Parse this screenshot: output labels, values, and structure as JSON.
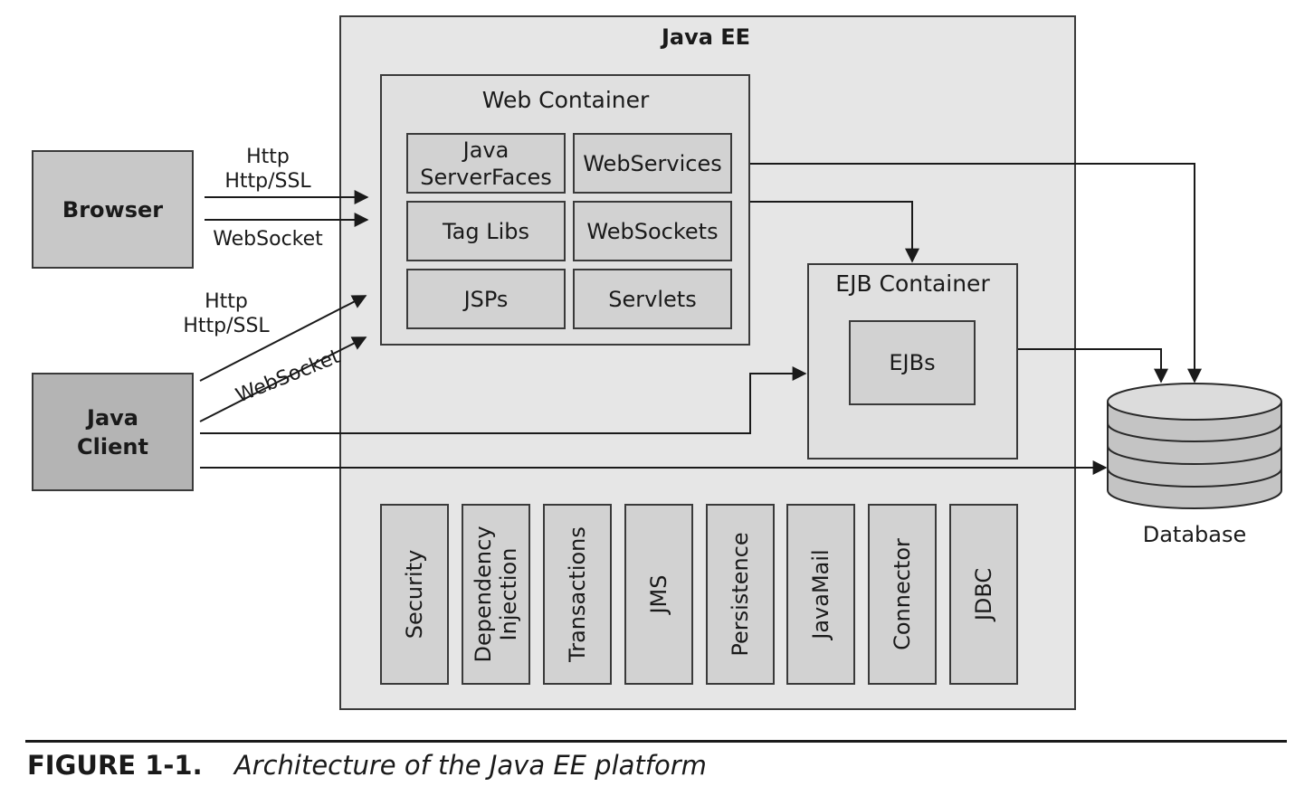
{
  "java_ee": {
    "title": "Java EE"
  },
  "web_container": {
    "title": "Web Container",
    "cells": [
      "Java\nServerFaces",
      "WebServices",
      "Tag Libs",
      "WebSockets",
      "JSPs",
      "Servlets"
    ]
  },
  "ejb_container": {
    "title": "EJB Container",
    "inner": "EJBs"
  },
  "browser": {
    "label": "Browser"
  },
  "java_client": {
    "label": "Java\nClient"
  },
  "database": {
    "label": "Database"
  },
  "connections": {
    "browser_http": "Http\nHttp/SSL",
    "browser_websocket": "WebSocket",
    "client_http": "Http\nHttp/SSL",
    "client_websocket": "WebSocket"
  },
  "services": [
    "Security",
    "Dependency\nInjection",
    "Transactions",
    "JMS",
    "Persistence",
    "JavaMail",
    "Connector",
    "JDBC"
  ],
  "caption": {
    "number": "FIGURE 1-1.",
    "text": "Architecture of the Java EE platform"
  },
  "colors": {
    "outer": "#e6e6e6",
    "inner": "#d2d2d2",
    "client": "#b4b4b4",
    "line": "#1a1a1a"
  }
}
